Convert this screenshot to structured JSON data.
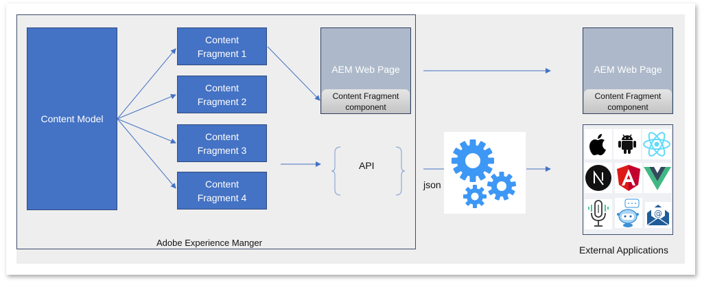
{
  "diagram": {
    "container_label": "Adobe Experience Manger",
    "content_model": {
      "label": "Content Model"
    },
    "fragments": [
      {
        "line1": "Content",
        "line2": "Fragment 1"
      },
      {
        "line1": "Content",
        "line2": "Fragment 2"
      },
      {
        "line1": "Content",
        "line2": "Fragment 3"
      },
      {
        "line1": "Content",
        "line2": "Fragment 4"
      }
    ],
    "aem_page_internal": {
      "title": "AEM Web Page",
      "component_line1": "Content Fragment",
      "component_line2": "component"
    },
    "aem_page_external": {
      "title": "AEM Web Page",
      "component_line1": "Content Fragment",
      "component_line2": "component"
    },
    "api": {
      "label": "API"
    },
    "json_label": "json",
    "processing_icon": "gears-icon",
    "external_apps": {
      "label": "External Applications",
      "icons": [
        "apple-icon",
        "android-icon",
        "react-icon",
        "nextjs-icon",
        "angular-icon",
        "vue-icon",
        "voice-assistant-icon",
        "chatbot-icon",
        "email-icon"
      ]
    },
    "colors": {
      "fragment_blue": "#4472c4",
      "arrow_blue": "#4472c4",
      "page_gray_blue": "#adb9ca",
      "gear_blue": "#3d97f5",
      "canvas_gray": "#eeeeee"
    }
  }
}
